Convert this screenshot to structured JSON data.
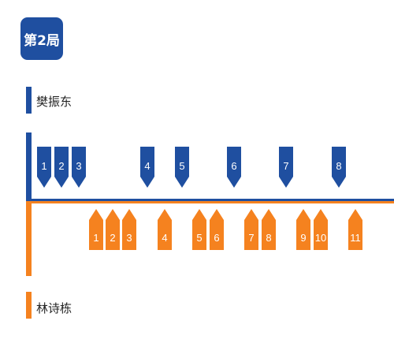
{
  "game_label": "第2局",
  "player_top": {
    "name": "樊振东",
    "color": "#1f4fa0",
    "points": [
      "1",
      "2",
      "3",
      "4",
      "5",
      "6",
      "7",
      "8"
    ]
  },
  "player_bottom": {
    "name": "林诗栋",
    "color": "#f5821f",
    "points": [
      "1",
      "2",
      "3",
      "4",
      "5",
      "6",
      "7",
      "8",
      "9",
      "10",
      "11"
    ]
  }
}
